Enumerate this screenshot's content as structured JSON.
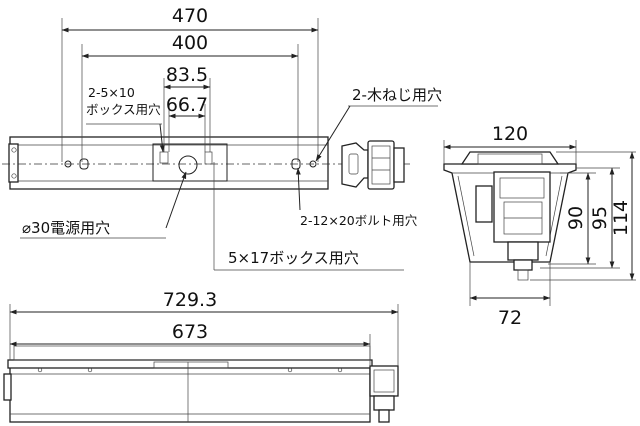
{
  "top_view": {
    "dim_overall": "470",
    "dim_mount": "400",
    "dim_box_outer": "83.5",
    "dim_box_inner": "66.7",
    "label_box_holes": "2-5×10\nボックス用穴",
    "label_wood_screw": "2-木ねじ用穴",
    "label_power_hole": "⌀30電源用穴",
    "label_bolt_holes": "2-12×20ボルト用穴",
    "label_box_slot": "5×17ボックス用穴"
  },
  "side_view": {
    "dim_width": "120",
    "dim_h1": "90",
    "dim_h2": "95",
    "dim_h3": "114",
    "dim_bottom": "72"
  },
  "front_view": {
    "dim_overall": "729.3",
    "dim_body": "673"
  }
}
